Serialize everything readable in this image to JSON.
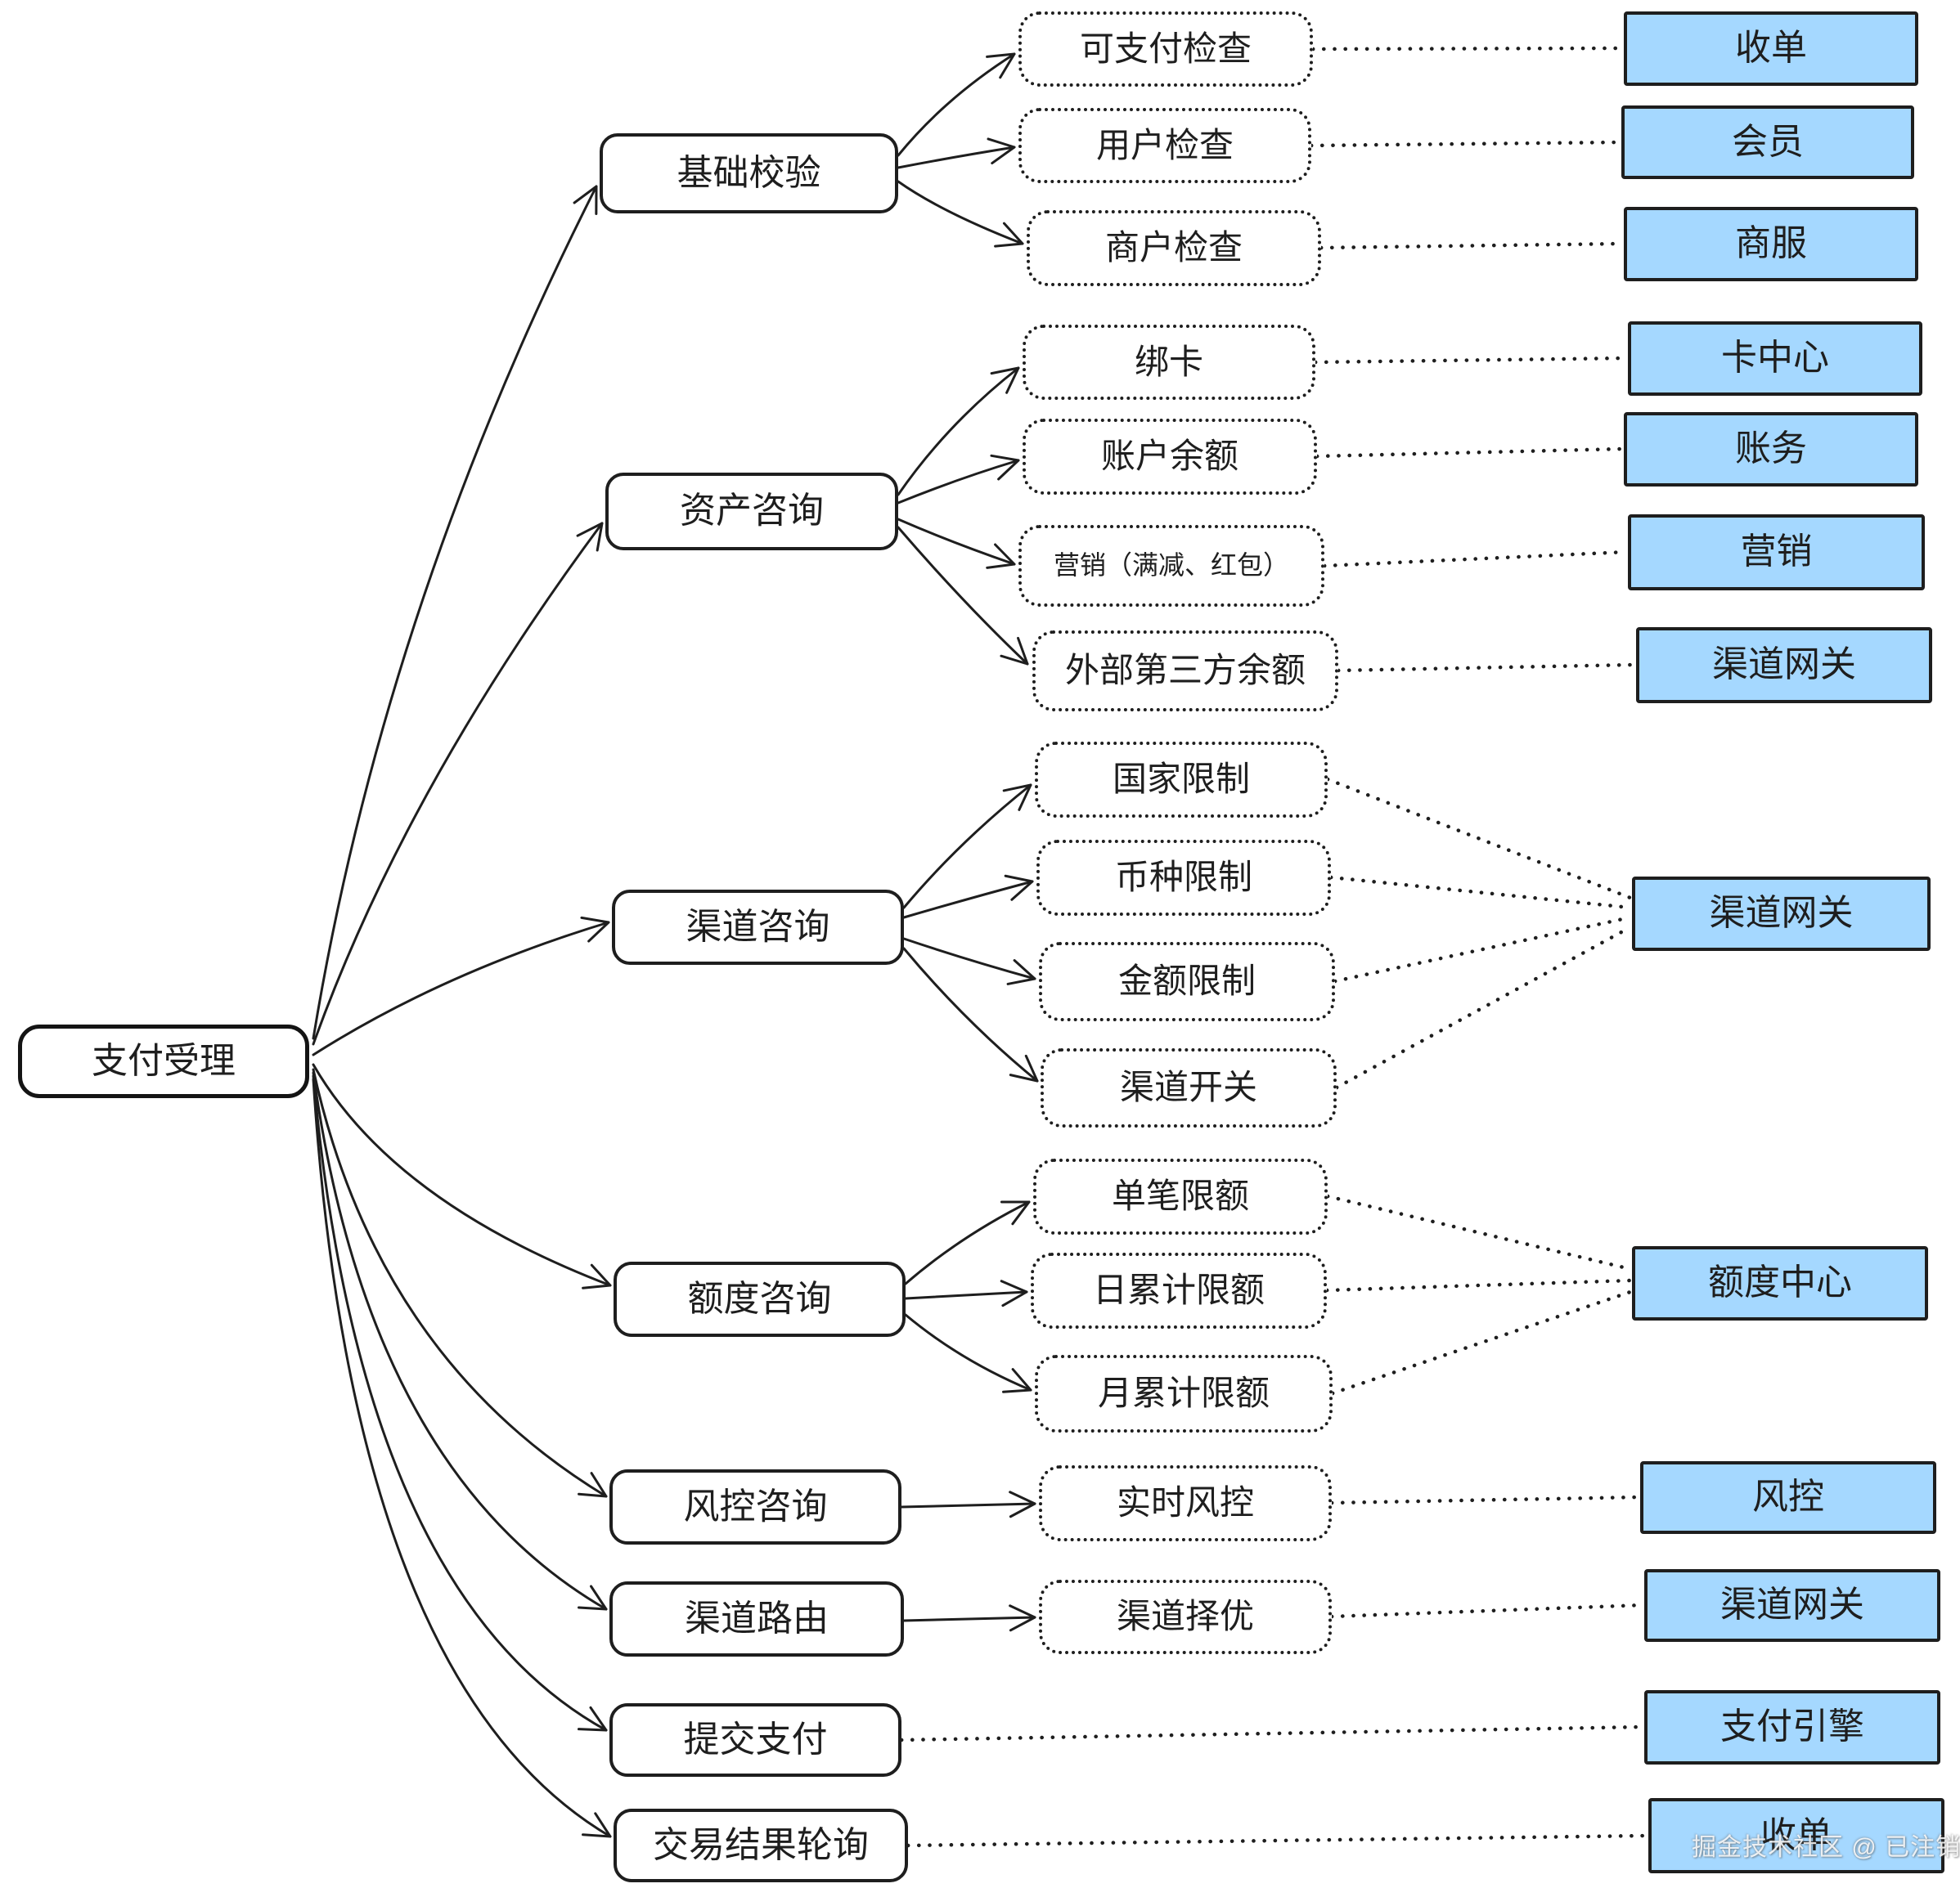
{
  "root": {
    "label": "支付受理"
  },
  "categories": [
    {
      "label": "基础校验"
    },
    {
      "label": "资产咨询"
    },
    {
      "label": "渠道咨询"
    },
    {
      "label": "额度咨询"
    },
    {
      "label": "风控咨询"
    },
    {
      "label": "渠道路由"
    },
    {
      "label": "提交支付"
    },
    {
      "label": "交易结果轮询"
    }
  ],
  "checks": [
    {
      "label": "可支付检查"
    },
    {
      "label": "用户检查"
    },
    {
      "label": "商户检查"
    },
    {
      "label": "绑卡"
    },
    {
      "label": "账户余额"
    },
    {
      "label": "营销（满减、红包）"
    },
    {
      "label": "外部第三方余额"
    },
    {
      "label": "国家限制"
    },
    {
      "label": "币种限制"
    },
    {
      "label": "金额限制"
    },
    {
      "label": "渠道开关"
    },
    {
      "label": "单笔限额"
    },
    {
      "label": "日累计限额"
    },
    {
      "label": "月累计限额"
    },
    {
      "label": "实时风控"
    },
    {
      "label": "渠道择优"
    }
  ],
  "services": [
    {
      "label": "收单"
    },
    {
      "label": "会员"
    },
    {
      "label": "商服"
    },
    {
      "label": "卡中心"
    },
    {
      "label": "账务"
    },
    {
      "label": "营销"
    },
    {
      "label": "渠道网关"
    },
    {
      "label": "渠道网关"
    },
    {
      "label": "额度中心"
    },
    {
      "label": "风控"
    },
    {
      "label": "渠道网关"
    },
    {
      "label": "支付引擎"
    },
    {
      "label": "收单"
    }
  ],
  "watermark": {
    "label": "掘金技术社区 @ 已注销"
  },
  "colors": {
    "stroke": "#1e1e1e",
    "service_fill": "#a5d8ff",
    "background": "#ffffff"
  }
}
